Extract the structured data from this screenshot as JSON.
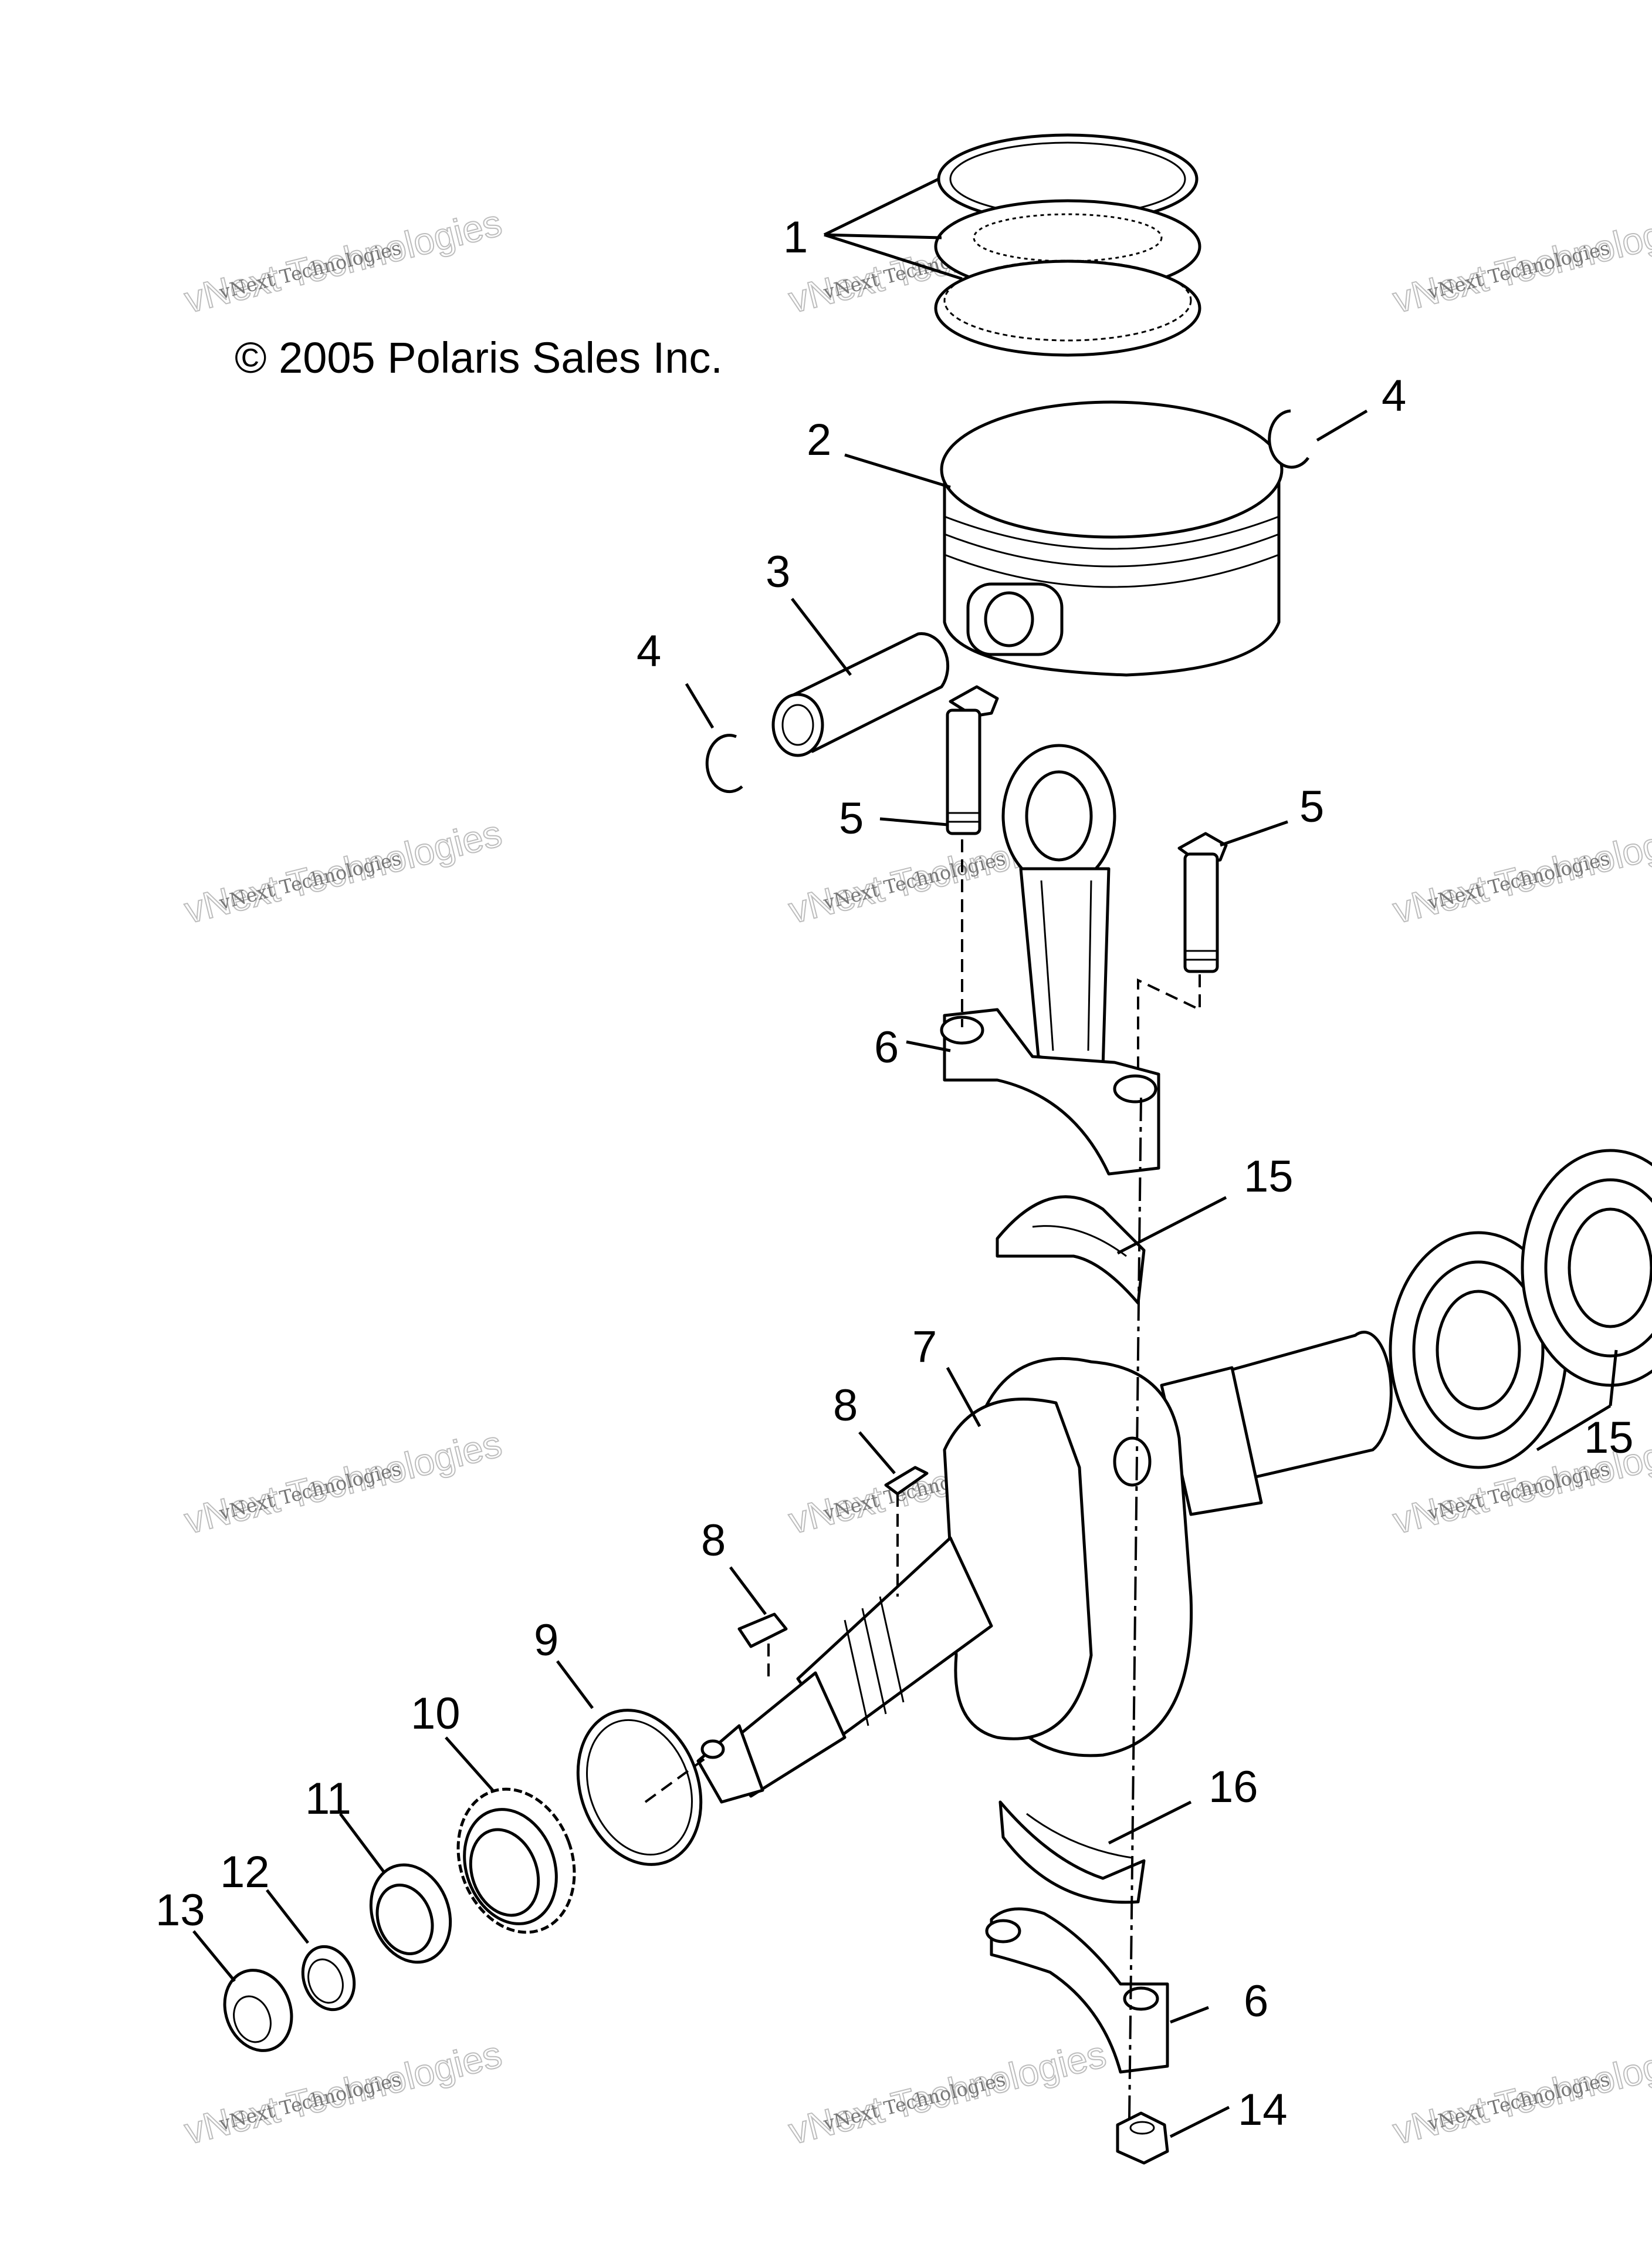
{
  "copyright": "© 2005 Polaris Sales Inc.",
  "watermark": {
    "line1": "vNext Technologies",
    "line2": "vNext Technologies"
  },
  "callouts": [
    "1",
    "2",
    "3",
    "4",
    "4",
    "5",
    "5",
    "6",
    "6",
    "7",
    "8",
    "8",
    "9",
    "10",
    "11",
    "12",
    "13",
    "14",
    "15",
    "15",
    "16"
  ]
}
